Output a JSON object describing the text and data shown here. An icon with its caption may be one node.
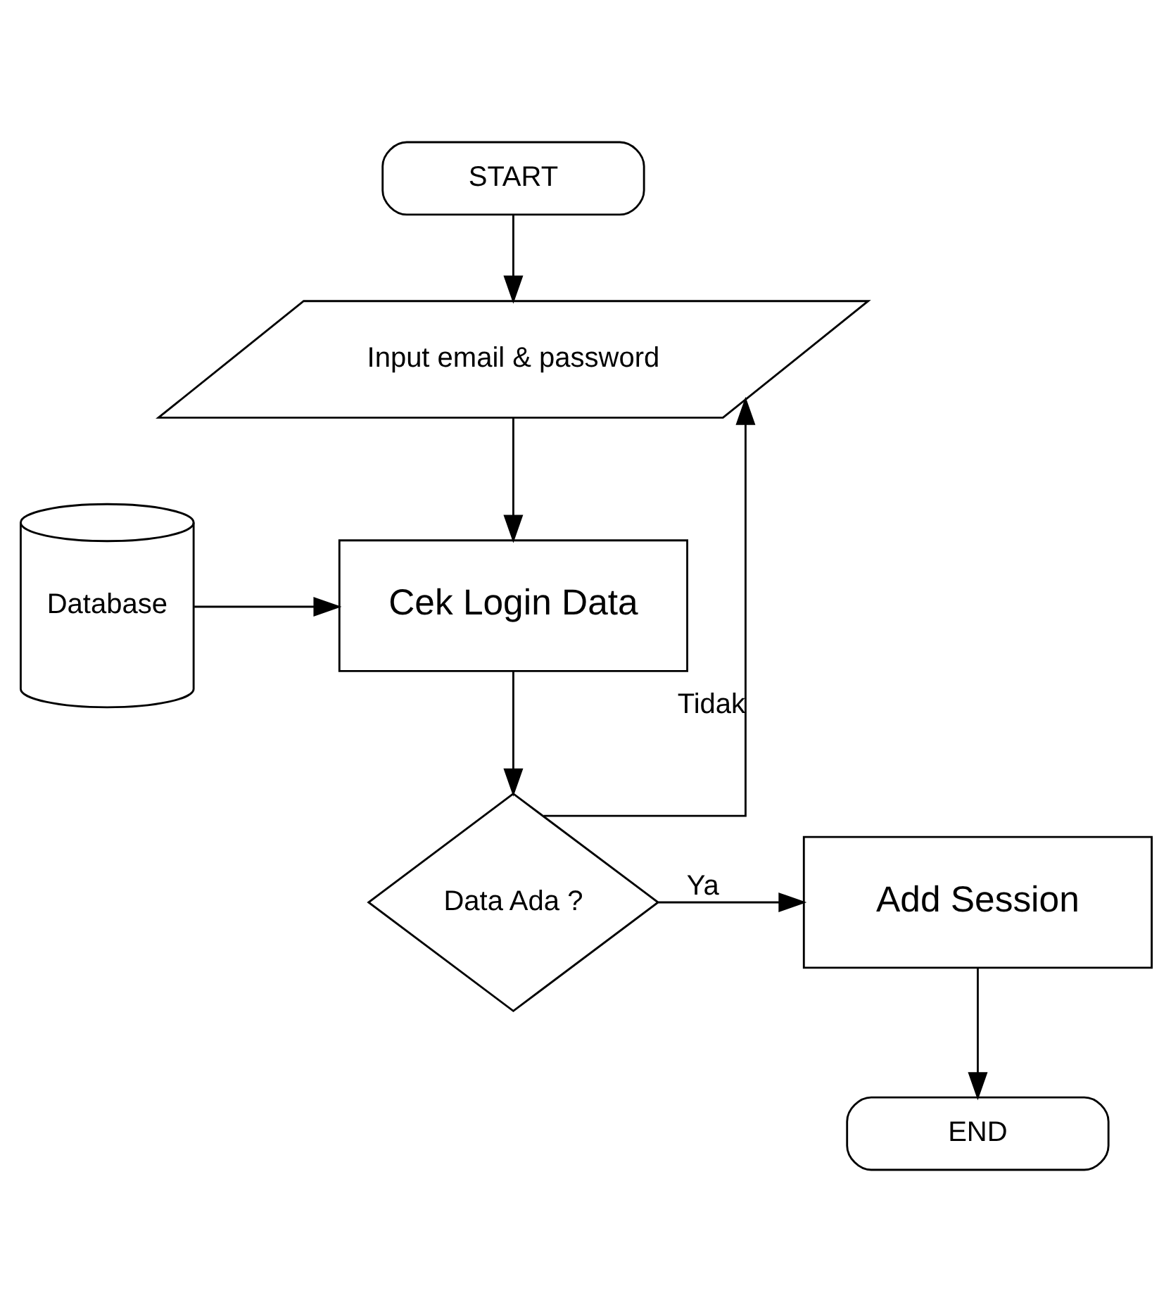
{
  "diagram": {
    "nodes": [
      {
        "text": [
          "START"
        ]
      },
      {
        "text": [
          "Input email & password"
        ]
      },
      {
        "text": [
          "Cek Login Data"
        ]
      },
      {
        "text": [
          "Database"
        ]
      },
      {
        "text": [
          "Data Ada ?"
        ]
      },
      {
        "text": [
          "Add Session"
        ]
      },
      {
        "text": [
          "END"
        ]
      }
    ],
    "edges": [
      {
        "from": 0,
        "to": 1,
        "arrow": "to"
      },
      {
        "from": 1,
        "to": 2,
        "arrow": "to"
      },
      {
        "from": 3,
        "to": 2,
        "arrow": "to"
      },
      {
        "from": 2,
        "to": 4,
        "arrow": "to"
      },
      {
        "from": 4,
        "to": 1,
        "arrow": "to",
        "label": "Tidak"
      },
      {
        "from": 4,
        "to": 5,
        "arrow": "to",
        "label": "Ya"
      },
      {
        "from": 5,
        "to": 6,
        "arrow": "to"
      }
    ]
  }
}
